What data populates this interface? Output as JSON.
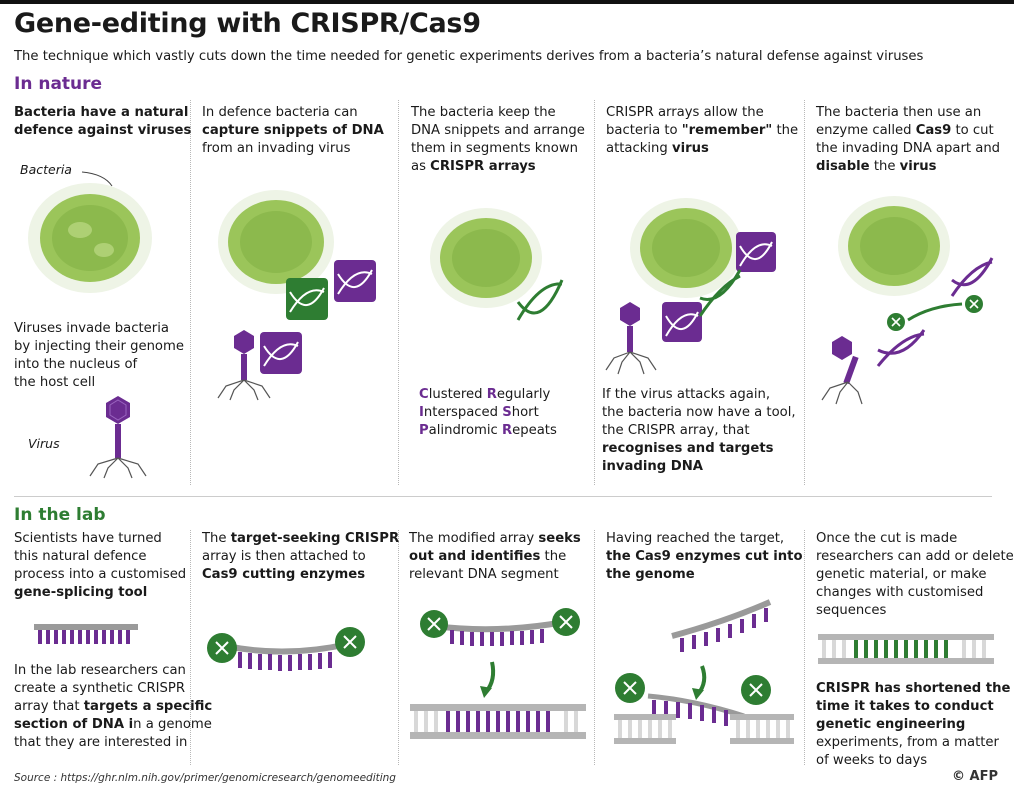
{
  "title": "Gene-editing with CRISPR/Cas9",
  "subtitle": "The technique which vastly cuts down the time needed for genetic experiments derives from a bacteria’s natural defense against viruses",
  "sections": {
    "nature": "In nature",
    "lab": "In the lab"
  },
  "nature": {
    "p1_title": [
      "Bacteria have a natural",
      "defence against viruses"
    ],
    "p1_label_bacteria": "Bacteria",
    "p1_body": [
      "Viruses invade bacteria",
      "by injecting their genome",
      "into the nucleus of",
      "the host cell"
    ],
    "p1_label_virus": "Virus",
    "p2": {
      "l1": "In defence bacteria can",
      "l2": "capture snippets of DNA",
      "l3": "from an invading virus"
    },
    "p3": {
      "l1": "The bacteria keep the",
      "l2": "DNA snippets and arrange",
      "l3": "them in segments known",
      "l4a": "as ",
      "l4b": "CRISPR arrays"
    },
    "p3_acronym": [
      [
        "C",
        "lustered ",
        "R",
        "egularly"
      ],
      [
        "I",
        "nterspaced ",
        "S",
        "hort"
      ],
      [
        "P",
        "alindromic ",
        "R",
        "epeats"
      ]
    ],
    "p4": {
      "l1": "CRISPR arrays allow the",
      "l2a": "bacteria to ",
      "l2b": "\"remember\"",
      "l2c": " the",
      "l3a": "attacking ",
      "l3b": "virus"
    },
    "p4_bottom": {
      "l1": "If the virus attacks again,",
      "l2": "the bacteria now have a tool,",
      "l3": "the CRISPR array, that",
      "l4": "recognises and targets",
      "l5": "invading DNA"
    },
    "p5": {
      "l1": "The bacteria then use an",
      "l2a": "enzyme called ",
      "l2b": "Cas9",
      "l2c": " to cut",
      "l3": "the invading DNA apart and",
      "l4a": "disable",
      "l4b": " the ",
      "l4c": "virus"
    }
  },
  "lab": {
    "p1": {
      "l1": "Scientists have turned",
      "l2": "this natural defence",
      "l3": "process into a customised",
      "l4": "gene-splicing tool"
    },
    "p1_bottom": {
      "l1": "In the lab researchers can",
      "l2": "create a synthetic CRISPR",
      "l3a": "array that ",
      "l3b": "targets a specific",
      "l4a": "section of DNA i",
      "l4b": "n a genome",
      "l5": "that they are interested in"
    },
    "p2": {
      "l1a": "The ",
      "l1b": "target-seeking CRISPR",
      "l2": "array is then attached to",
      "l3": "Cas9 cutting enzymes"
    },
    "p3": {
      "l1a": "The modified array ",
      "l1b": "seeks",
      "l2a": "out and identifies",
      "l2b": " the",
      "l3": "relevant DNA segment"
    },
    "p4": {
      "l1": "Having reached the target,",
      "l2": "the Cas9 enzymes cut into",
      "l3": "the genome"
    },
    "p5": {
      "l1": "Once the cut is made",
      "l2": "researchers can add or delete",
      "l3": "genetic material, or make",
      "l4": "changes with customised",
      "l5": "sequences"
    },
    "p5_bottom": {
      "l1": "CRISPR has shortened the",
      "l2": "time it takes to conduct",
      "l3": "genetic engineering",
      "l4": "experiments, from a matter",
      "l5": "of weeks to days"
    }
  },
  "source": "Source : https://ghr.nlm.nih.gov/primer/genomicresearch/genomeediting",
  "credit": "© AFP",
  "colors": {
    "purple": "#6b2c91",
    "green": "#2e7d32",
    "bacteria": "#9bc55a",
    "grey": "#b5b5b5"
  }
}
